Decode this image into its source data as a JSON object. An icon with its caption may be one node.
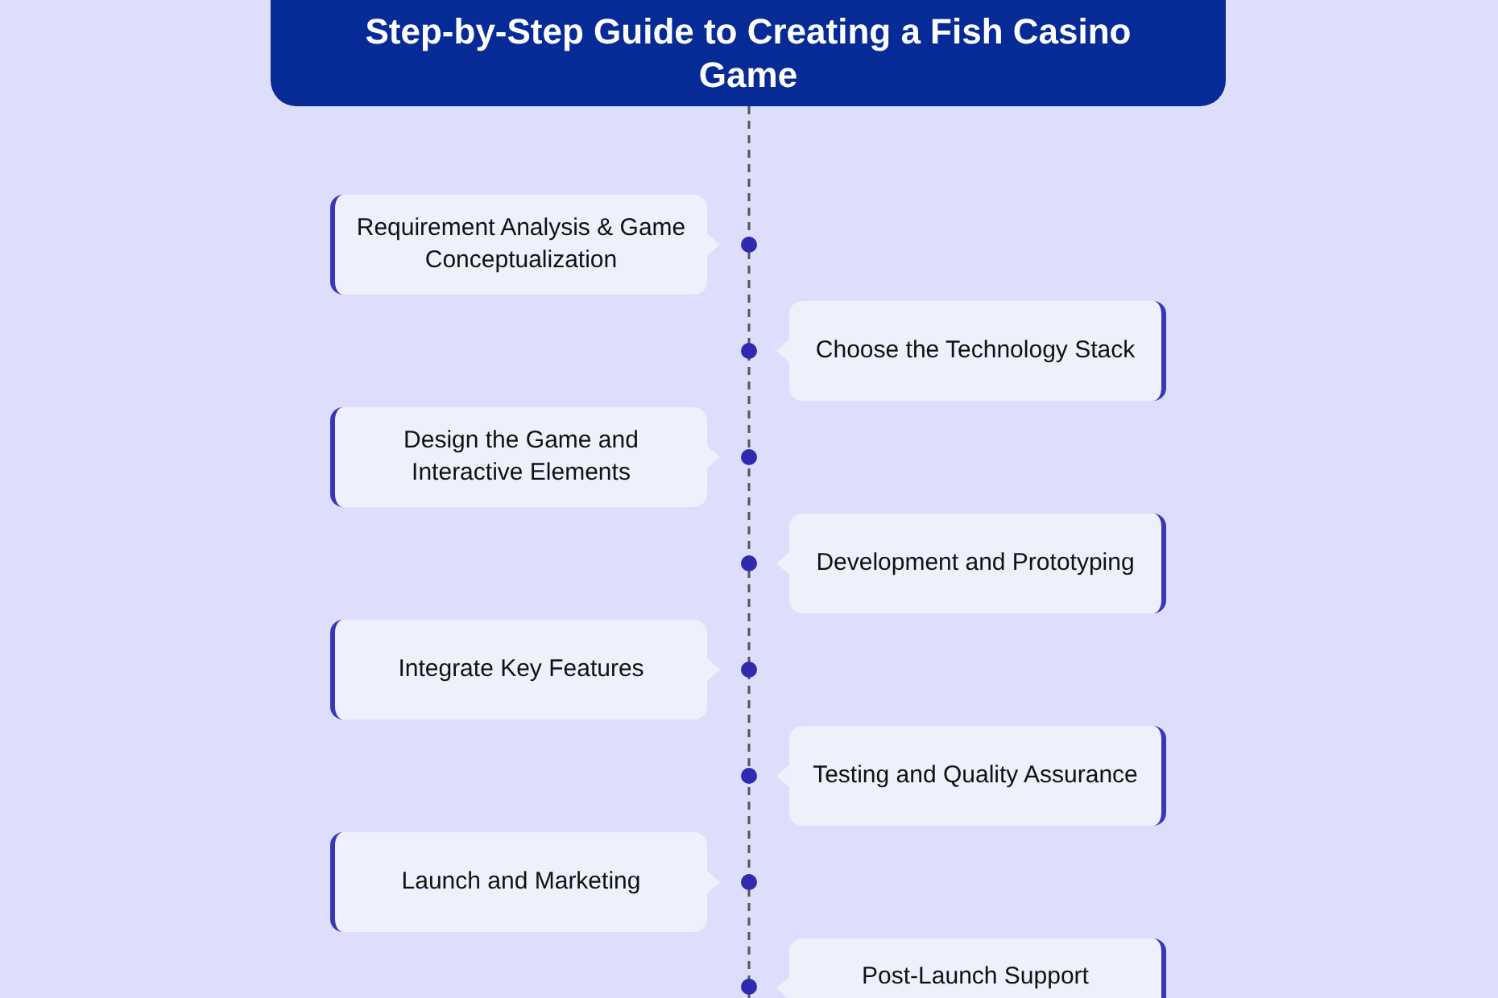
{
  "diagram": {
    "title": "Step-by-Step Guide to Creating a Fish Casino Game",
    "nodes": [
      {
        "text": [
          "Requirement Analysis & Game Conceptualization"
        ]
      },
      {
        "text": [
          "Choose the Technology Stack"
        ]
      },
      {
        "text": [
          "Design the Game and Interactive Elements"
        ]
      },
      {
        "text": [
          "Development and Prototyping"
        ]
      },
      {
        "text": [
          "Integrate Key Features"
        ]
      },
      {
        "text": [
          "Testing and Quality Assurance"
        ]
      },
      {
        "text": [
          "Launch and Marketing"
        ]
      },
      {
        "text": [
          "Post-Launch Support"
        ]
      }
    ],
    "edges": []
  }
}
